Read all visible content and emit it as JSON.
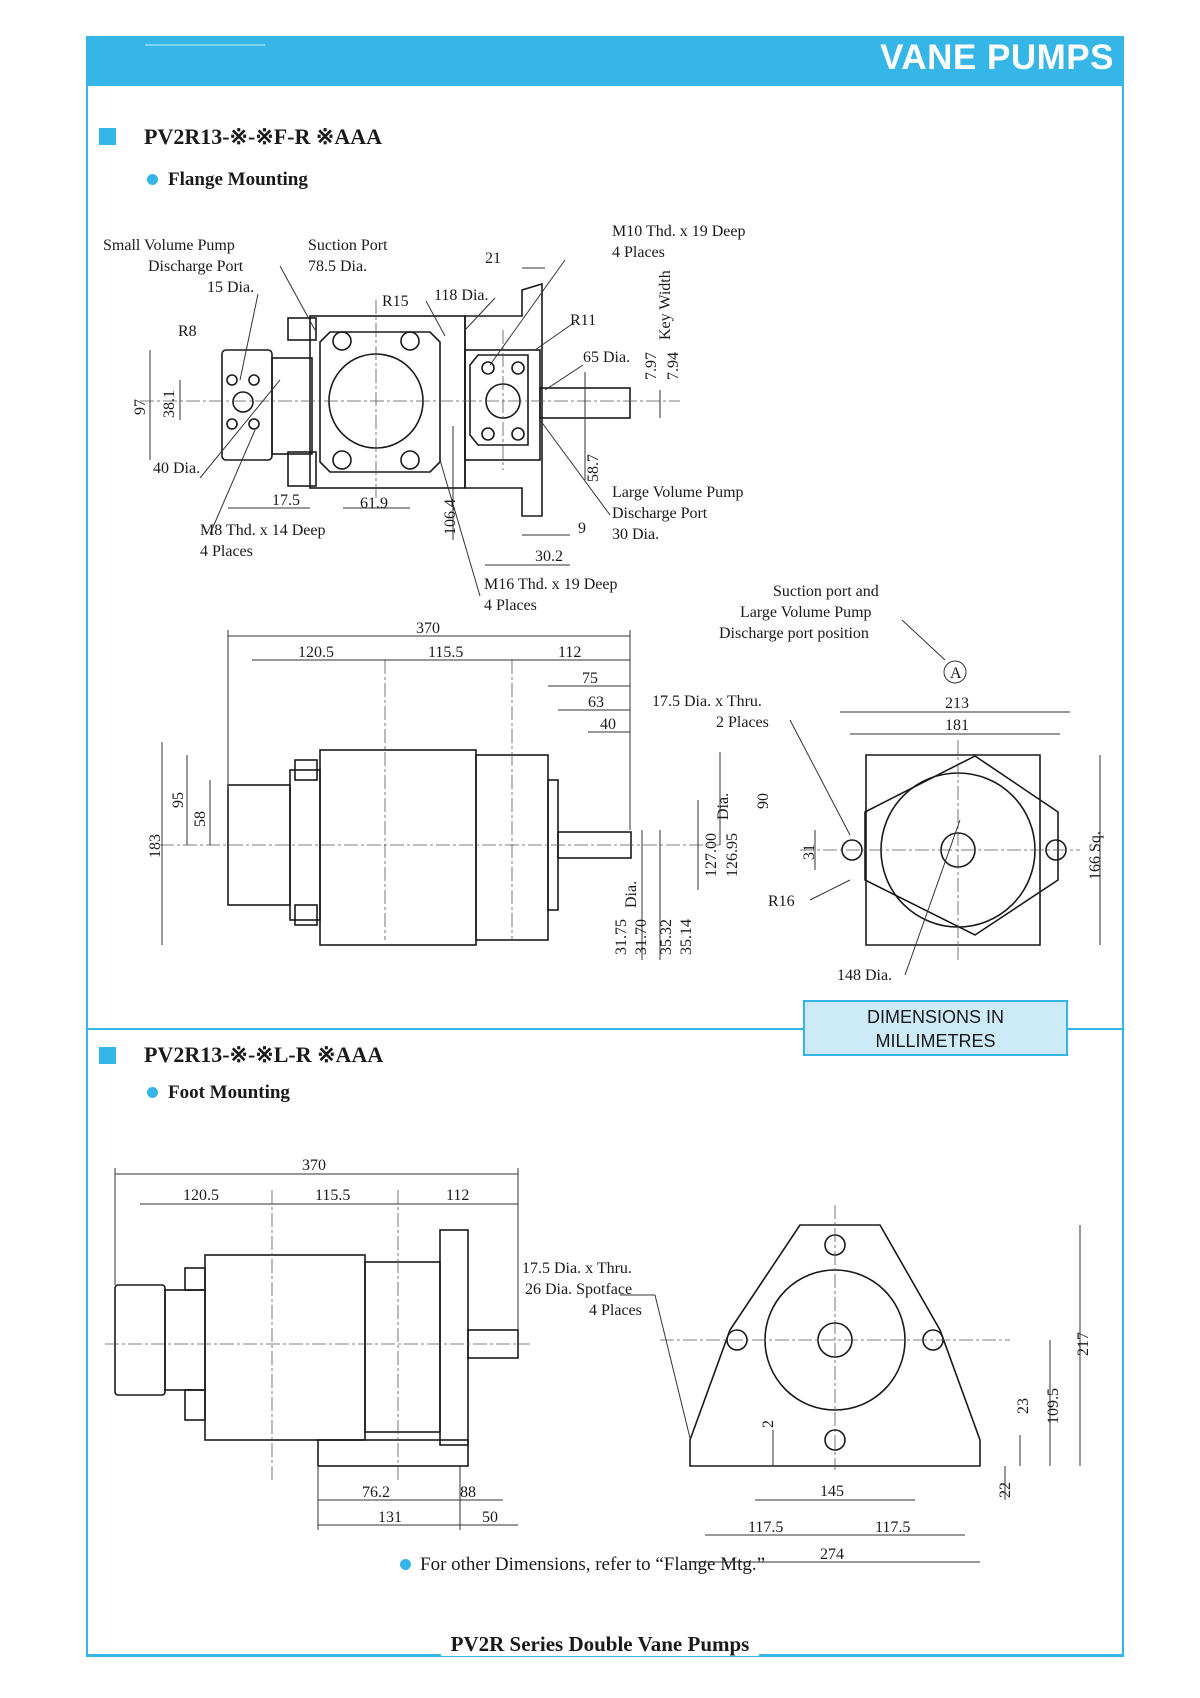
{
  "header": {
    "title": "VANE PUMPS"
  },
  "sections": [
    {
      "title": "PV2R13-※-※F-R ※AAA",
      "subtitle": "Flange Mounting"
    },
    {
      "title": "PV2R13-※-※L-R ※AAA",
      "subtitle": "Foot Mounting"
    }
  ],
  "units_box": {
    "line1": "DIMENSIONS IN",
    "line2": "MILLIMETRES"
  },
  "note": "For other Dimensions, refer to “Flange Mtg.”",
  "footer": "PV2R Series Double Vane Pumps",
  "flange_top_view": {
    "small_port_label": [
      "Small Volume Pump",
      "Discharge Port",
      "15 Dia."
    ],
    "suction_label": [
      "Suction Port",
      "78.5 Dia."
    ],
    "thread_top": [
      "M10 Thd. x 19 Deep",
      "4 Places"
    ],
    "dims": {
      "d21": "21",
      "r15": "R15",
      "d118": "118 Dia.",
      "r11": "R11",
      "r8": "R8",
      "d65": "65 Dia.",
      "d797": "7.97",
      "d794": "7.94",
      "key": "Key Width",
      "d97": "97",
      "d381": "38.1",
      "d40": "40 Dia.",
      "d587": "58.7",
      "d175": "17.5",
      "d619": "61.9",
      "d1064": "106.4",
      "d9": "9",
      "d302": "30.2"
    },
    "large_port_label": [
      "Large Volume Pump",
      "Discharge Port",
      "30 Dia."
    ],
    "thread_m8": [
      "M8 Thd. x 14 Deep",
      "4 Places"
    ],
    "thread_m16": [
      "M16 Thd. x 19 Deep",
      "4 Places"
    ]
  },
  "flange_side_view": {
    "suction_note": [
      "Suction port and",
      "Large Volume Pump",
      "Discharge port position"
    ],
    "marker": "A",
    "dims": {
      "d370": "370",
      "d1205": "120.5",
      "d1155": "115.5",
      "d112": "112",
      "d75": "75",
      "d63": "63",
      "d40": "40",
      "d183": "183",
      "d95": "95",
      "d58": "58",
      "d90": "90",
      "d12700": "127.00",
      "d12695": "126.95",
      "dia": "Dia.",
      "d3175": "31.75",
      "d3170": "31.70",
      "dia2": "Dia.",
      "d3532": "35.32",
      "d3514": "35.14"
    },
    "holes": [
      "17.5 Dia. x Thru.",
      "2 Places"
    ]
  },
  "flange_end_view": {
    "dims": {
      "d213": "213",
      "d181": "181",
      "d31": "31",
      "r16": "R16",
      "d166": "166 Sq.",
      "d148": "148 Dia."
    }
  },
  "foot_side_view": {
    "dims": {
      "d370": "370",
      "d1205": "120.5",
      "d1155": "115.5",
      "d112": "112",
      "d762": "76.2",
      "d88": "88",
      "d131": "131",
      "d50": "50"
    },
    "holes": [
      "17.5 Dia. x Thru.",
      "26 Dia. Spotface",
      "4 Places"
    ]
  },
  "foot_end_view": {
    "dims": {
      "d2": "2",
      "d145": "145",
      "d1175a": "117.5",
      "d1175b": "117.5",
      "d274": "274",
      "d23": "23",
      "d1095": "109.5",
      "d217": "217",
      "d22": "22"
    }
  }
}
